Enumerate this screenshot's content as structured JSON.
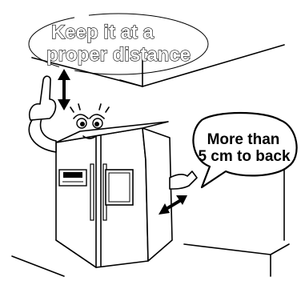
{
  "callout_top": {
    "line1": "Keep it at a",
    "line2": "proper distance"
  },
  "callout_right": {
    "line1": "More than",
    "line2": "5 cm to back"
  },
  "colors": {
    "ink": "#000000",
    "paper": "#ffffff"
  },
  "icons": [
    "double-arrow-vertical-icon",
    "double-arrow-diagonal-icon"
  ]
}
